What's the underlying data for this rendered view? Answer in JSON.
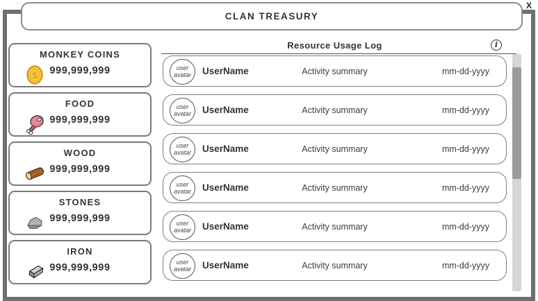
{
  "window": {
    "title": "CLAN TREASURY",
    "close_label": "X"
  },
  "resources": {
    "cards": [
      {
        "name": "MONKEY COINS",
        "amount": "999,999,999",
        "icon": "coin-icon"
      },
      {
        "name": "FOOD",
        "amount": "999,999,999",
        "icon": "meat-icon"
      },
      {
        "name": "WOOD",
        "amount": "999,999,999",
        "icon": "log-icon"
      },
      {
        "name": "STONES",
        "amount": "999,999,999",
        "icon": "stone-icon"
      },
      {
        "name": "IRON",
        "amount": "999,999,999",
        "icon": "iron-ingot-icon"
      }
    ]
  },
  "log": {
    "title": "Resource Usage Log",
    "info_icon": "info-icon",
    "info_symbol": "i",
    "rows": [
      {
        "avatar_line1": "user",
        "avatar_line2": "avatar",
        "username": "UserName",
        "activity": "Activity summary",
        "date": "mm-dd-yyyy"
      },
      {
        "avatar_line1": "user",
        "avatar_line2": "avatar",
        "username": "UserName",
        "activity": "Activity summary",
        "date": "mm-dd-yyyy"
      },
      {
        "avatar_line1": "user",
        "avatar_line2": "avatar",
        "username": "UserName",
        "activity": "Activity summary",
        "date": "mm-dd-yyyy"
      },
      {
        "avatar_line1": "user",
        "avatar_line2": "avatar",
        "username": "UserName",
        "activity": "Activity summary",
        "date": "mm-dd-yyyy"
      },
      {
        "avatar_line1": "user",
        "avatar_line2": "avatar",
        "username": "UserName",
        "activity": "Activity summary",
        "date": "mm-dd-yyyy"
      },
      {
        "avatar_line1": "user",
        "avatar_line2": "avatar",
        "username": "UserName",
        "activity": "Activity summary",
        "date": "mm-dd-yyyy"
      }
    ]
  },
  "colors": {
    "frame_border": "#6f6f6f",
    "card_border": "#7a7a7a",
    "text": "#363636",
    "coin_gold": "#fbc93d",
    "meat_pink": "#e2879b",
    "wood_brown": "#a9692f",
    "stone_gray": "#b5b5b5",
    "iron_silver": "#c3c8cc",
    "scroll_track": "#d6d6d6",
    "scroll_thumb": "#9b9b9b"
  }
}
